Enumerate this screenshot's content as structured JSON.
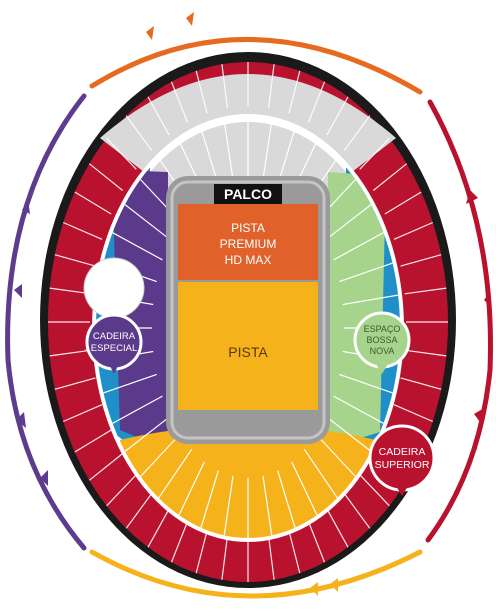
{
  "map": {
    "stage_label": "PALCO",
    "sections": {
      "pista_premium": [
        "PISTA",
        "PREMIUM",
        "HD MAX"
      ],
      "pista": "PISTA",
      "cadeira_especial": [
        "CADEIRA",
        "ESPECIAL"
      ],
      "espaco_bossa_nova": [
        "ESPAÇO",
        "BOSSA",
        "NOVA"
      ],
      "cadeira_superior": [
        "CADEIRA",
        "SUPERIOR"
      ]
    },
    "colors": {
      "ring_gray": "#d9d9d9",
      "ring_red": "#b9122f",
      "ring_black": "#1a1a1a",
      "purple": "#5b3a8c",
      "blue": "#1f8fc9",
      "green": "#a6d48c",
      "orange": "#e0622a",
      "yellow": "#f6b21a",
      "field": "#9a9a9a",
      "outer_orange": "#e66a1f",
      "outer_purple": "#5d3c8e",
      "outer_yellow": "#f6b21a",
      "outer_red": "#b9122f"
    }
  }
}
